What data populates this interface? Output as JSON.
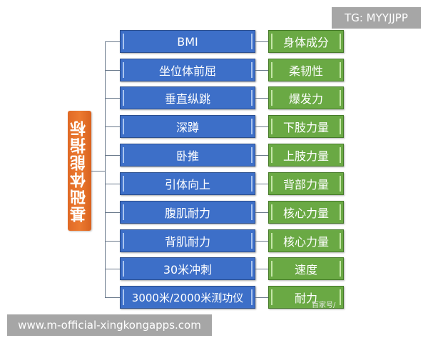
{
  "root": {
    "label": "基础体能指标",
    "color": "#e8702a"
  },
  "rows": [
    {
      "test": "BMI",
      "category": "身体成分"
    },
    {
      "test": "坐位体前屈",
      "category": "柔韧性"
    },
    {
      "test": "垂直纵跳",
      "category": "爆发力"
    },
    {
      "test": "深蹲",
      "category": "下肢力量"
    },
    {
      "test": "卧推",
      "category": "上肢力量"
    },
    {
      "test": "引体向上",
      "category": "背部力量"
    },
    {
      "test": "腹肌耐力",
      "category": "核心力量"
    },
    {
      "test": "背肌耐力",
      "category": "核心力量"
    },
    {
      "test": "30米冲刺",
      "category": "速度"
    },
    {
      "test": "3000米/2000米测功仪",
      "category": "耐力"
    }
  ],
  "colors": {
    "test_box": "#3d6fc8",
    "category_box": "#6aa944",
    "connector": "#6b7a8c"
  },
  "overlays": {
    "top_badge": "TG: MYYJJPP",
    "bottom_badge": "www.m-official-xingkongapps.com",
    "watermark": "百家号/"
  }
}
